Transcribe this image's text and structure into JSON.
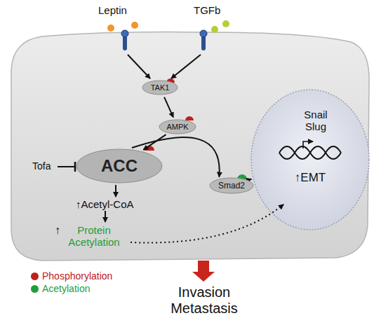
{
  "diagram": {
    "nodes": [
      {
        "text": [
          "TAK1"
        ]
      },
      {
        "text": [
          "AMPK"
        ]
      },
      {
        "text": [
          "ACC"
        ]
      },
      {
        "text": [
          "Smad2"
        ]
      },
      {
        "text": [
          "Snail Slug",
          "↑EMT"
        ]
      }
    ],
    "edges": [
      {
        "from": 0,
        "to": 1,
        "arrow": "to"
      },
      {
        "from": 1,
        "to": 2,
        "arrow": "to"
      },
      {
        "from": 2,
        "to": 3,
        "arrow": "to"
      },
      {
        "from": 3,
        "to": 4,
        "arrow": "to"
      }
    ],
    "labels": [
      "Leptin",
      "TGFb",
      "Tofa",
      "↑Acetyl-CoA",
      "↑",
      "Protein Acetylation",
      "Invasion Metastasis"
    ],
    "legend": [
      {
        "text": "Phosphorylation",
        "color": "#c0201c"
      },
      {
        "text": "Acetylation",
        "color": "#1f9e3a"
      }
    ]
  }
}
